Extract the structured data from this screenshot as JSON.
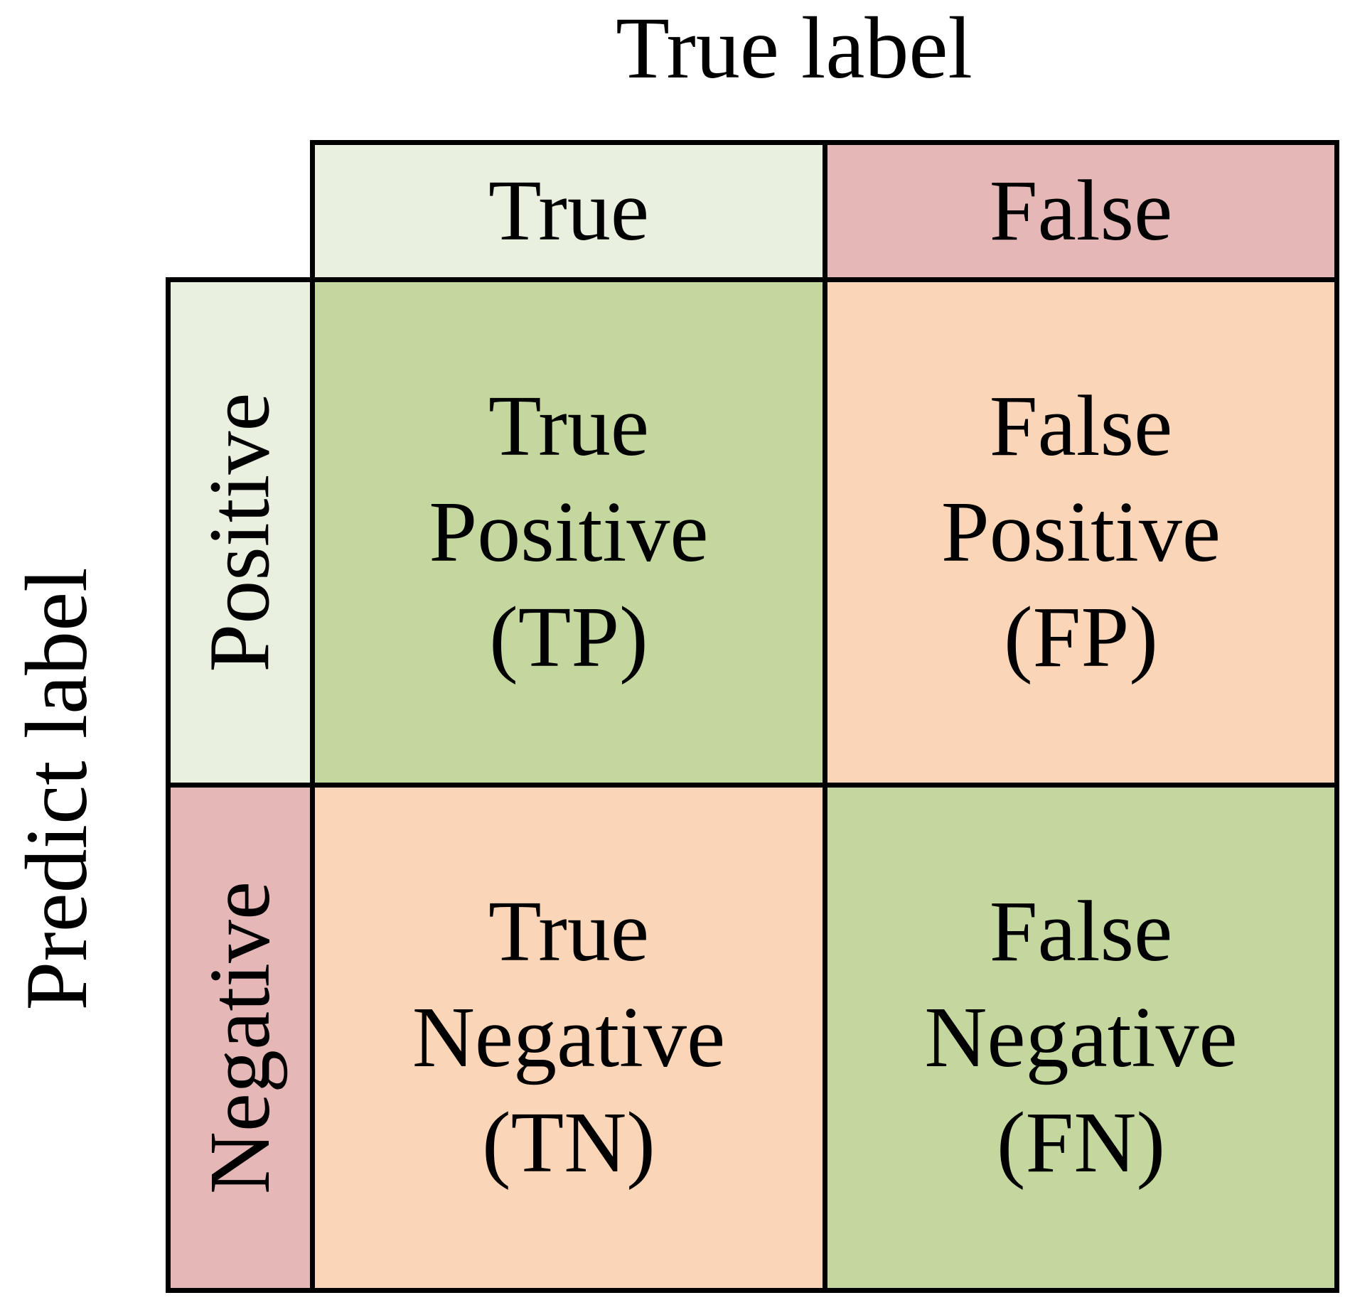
{
  "axes": {
    "top_title": "True label",
    "left_title": "Predict label"
  },
  "columns": [
    {
      "label": "True",
      "color": "#E9F0DF"
    },
    {
      "label": "False",
      "color": "#E5B8B7"
    }
  ],
  "rows": [
    {
      "label": "Positive",
      "color": "#E9F0DF"
    },
    {
      "label": "Negative",
      "color": "#E5B8B7"
    }
  ],
  "cells": {
    "tp": {
      "line1": "True",
      "line2": "Positive",
      "line3": "(TP)",
      "color": "#C4D79E"
    },
    "fp": {
      "line1": "False",
      "line2": "Positive",
      "line3": "(FP)",
      "color": "#FBD5B7"
    },
    "tn": {
      "line1": "True",
      "line2": "Negative",
      "line3": "(TN)",
      "color": "#FBD5B7"
    },
    "fn": {
      "line1": "False",
      "line2": "Negative",
      "line3": "(FN)",
      "color": "#C4D79E"
    }
  }
}
